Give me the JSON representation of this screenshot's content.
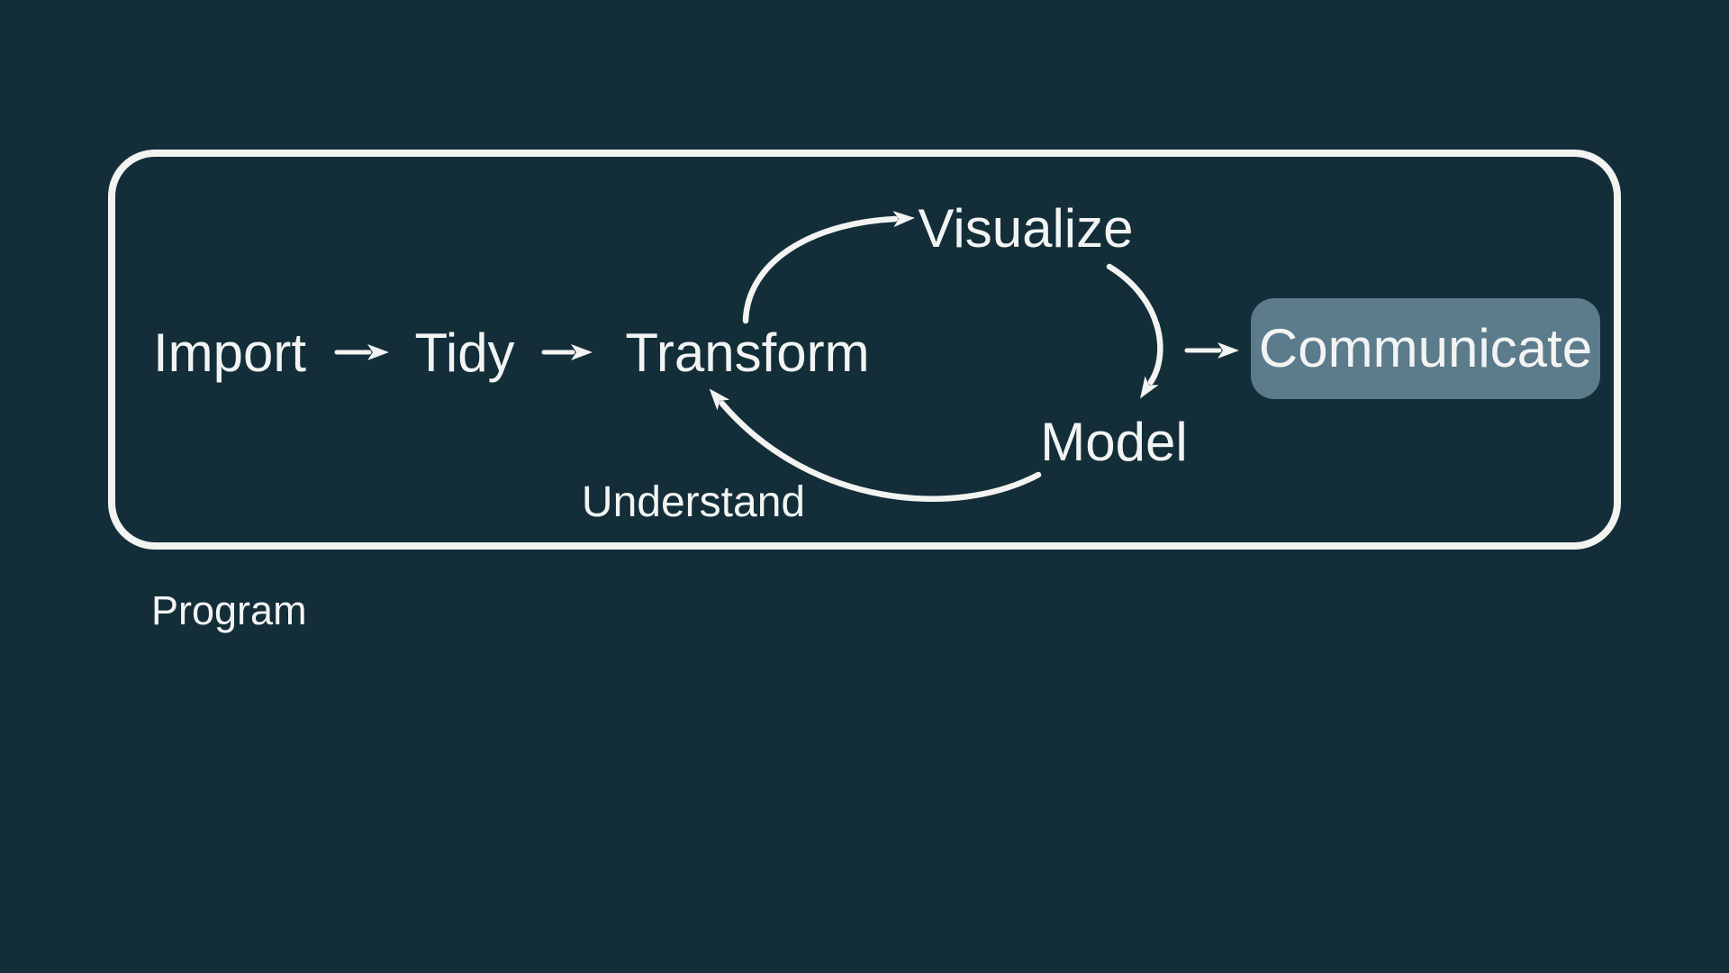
{
  "colors": {
    "background": "#132e38",
    "text": "#f2f4f4",
    "frame": "#f3f4f2",
    "arrow": "#f3f4f2",
    "communicate_fill": "#5c7b8b"
  },
  "nodes": {
    "import": {
      "label": "Import"
    },
    "tidy": {
      "label": "Tidy"
    },
    "transform": {
      "label": "Transform"
    },
    "visualize": {
      "label": "Visualize"
    },
    "model": {
      "label": "Model"
    },
    "communicate": {
      "label": "Communicate"
    }
  },
  "annotations": {
    "understand": {
      "label": "Understand"
    },
    "program": {
      "label": "Program"
    }
  }
}
